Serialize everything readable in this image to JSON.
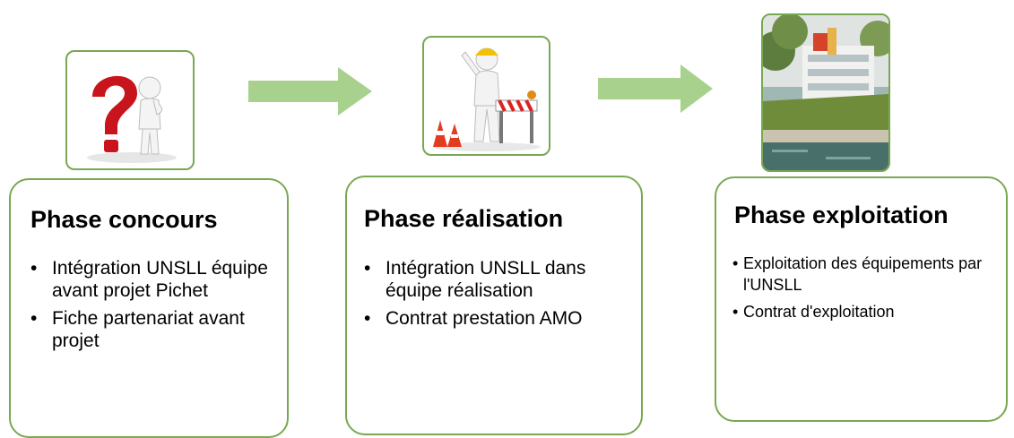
{
  "phases": [
    {
      "title": "Phase concours",
      "icon": "question-person-icon",
      "items": [
        "Intégration UNSLL équipe avant projet Pichet",
        "Fiche partenariat avant projet"
      ]
    },
    {
      "title": "Phase réalisation",
      "icon": "construction-worker-icon",
      "items": [
        "Intégration UNSLL dans équipe réalisation",
        "Contrat prestation AMO"
      ]
    },
    {
      "title": "Phase exploitation",
      "icon": "building-photo-icon",
      "items": [
        "Exploitation des équipements par l'UNSLL",
        "Contrat d'exploitation"
      ]
    }
  ],
  "colors": {
    "border": "#79a852",
    "arrow": "#a9d18e"
  }
}
